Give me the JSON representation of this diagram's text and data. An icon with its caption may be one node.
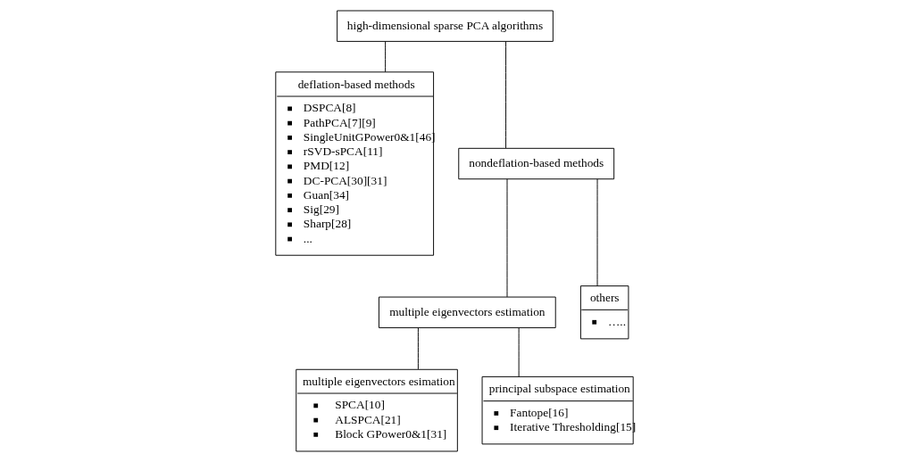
{
  "diagram": {
    "nodes": [
      {
        "text": [
          "high-dimensional sparse PCA algorithms"
        ]
      },
      {
        "text": [
          "deflation-based methods",
          "DSPCA[8]",
          "PathPCA[7][9]",
          "SingleUnitGPower0&1[46]",
          "rSVD-sPCA[11]",
          "PMD[12]",
          "DC-PCA[30][31]",
          "Guan[34]",
          "Sig[29]",
          "Sharp[28]",
          "..."
        ]
      },
      {
        "text": [
          "nondeflation-based methods"
        ]
      },
      {
        "text": [
          "multiple eigenvectors estimation"
        ]
      },
      {
        "text": [
          "others",
          "….."
        ]
      },
      {
        "text": [
          "multiple eigenvectors esimation",
          "SPCA[10]",
          "ALSPCA[21]",
          "Block GPower0&1[31]"
        ]
      },
      {
        "text": [
          "principal subspace estimation",
          "Fantope[16]",
          "Iterative Thresholding[15]"
        ]
      }
    ],
    "edges": [
      {
        "from": 0,
        "to": 1,
        "arrow": "none"
      },
      {
        "from": 0,
        "to": 2,
        "arrow": "none"
      },
      {
        "from": 2,
        "to": 3,
        "arrow": "none"
      },
      {
        "from": 2,
        "to": 4,
        "arrow": "none"
      },
      {
        "from": 3,
        "to": 5,
        "arrow": "none"
      },
      {
        "from": 3,
        "to": 6,
        "arrow": "none"
      }
    ]
  }
}
